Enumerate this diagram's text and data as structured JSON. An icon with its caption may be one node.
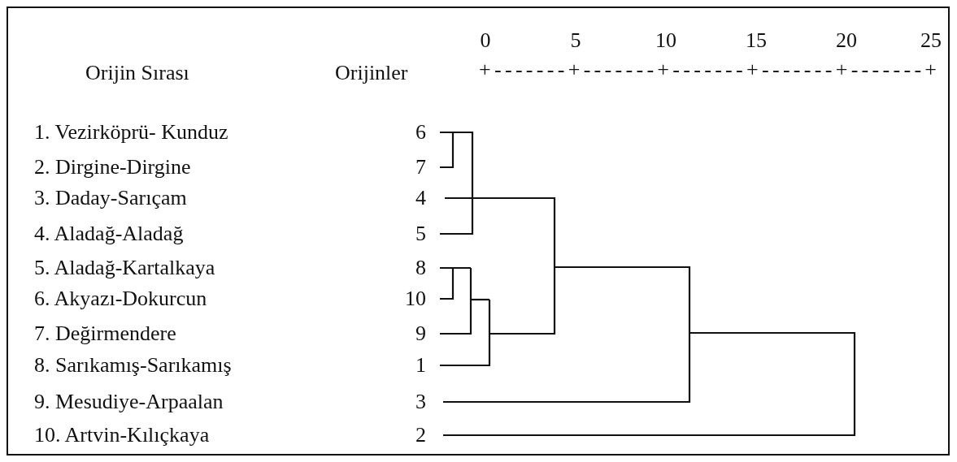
{
  "diagram": {
    "labels": [
      "Orijin Sırası",
      "Orijinler",
      "0",
      "5",
      "10",
      "15",
      "20",
      "25",
      "+-------+-------+-------+-------+-------+",
      "1. Vezirköprü- Kunduz",
      "6",
      "2. Dirgine-Dirgine",
      "7",
      "3. Daday-Sarıçam",
      "4",
      "4. Aladağ-Aladağ",
      "5",
      "5. Aladağ-Kartalkaya",
      "8",
      "6. Akyazı-Dokurcun",
      "10",
      "7. Değirmendere",
      "9",
      "8. Sarıkamış-Sarıkamış",
      "1",
      "9. Mesudiye-Arpaalan",
      "3",
      "10. Artvin-Kılıçkaya",
      "2"
    ]
  }
}
